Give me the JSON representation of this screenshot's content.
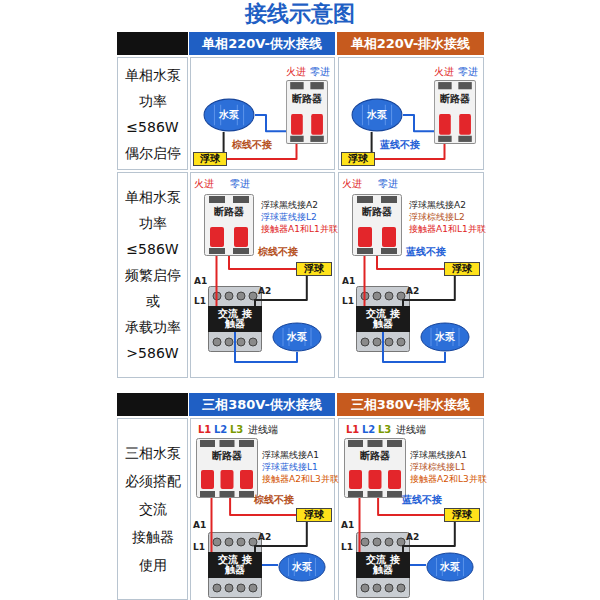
{
  "diagram": {
    "title": "接线示意图",
    "nodes": [
      {
        "text": [
          "单相220V-供水接线"
        ]
      },
      {
        "text": [
          "单相220V-排水接线"
        ]
      },
      {
        "text": [
          "单相水泵 功率 ≤586W 偶尔启停"
        ]
      },
      {
        "text": [
          "断路器"
        ]
      },
      {
        "text": [
          "水泵"
        ]
      },
      {
        "text": [
          "浮球"
        ]
      },
      {
        "text": [
          "断路器"
        ]
      },
      {
        "text": [
          "水泵"
        ]
      },
      {
        "text": [
          "浮球"
        ]
      },
      {
        "text": [
          "单相水泵 功率 ≤586W 频繁启停 或 承载功率 >586W"
        ]
      },
      {
        "text": [
          "断路器"
        ]
      },
      {
        "text": [
          "浮球"
        ]
      },
      {
        "text": [
          "交流 接触器"
        ]
      },
      {
        "text": [
          "水泵"
        ]
      },
      {
        "text": [
          "断路器"
        ]
      },
      {
        "text": [
          "浮球"
        ]
      },
      {
        "text": [
          "交流 接触器"
        ]
      },
      {
        "text": [
          "水泵"
        ]
      },
      {
        "text": [
          "三相380V-供水接线"
        ]
      },
      {
        "text": [
          "三相380V-排水接线"
        ]
      },
      {
        "text": [
          "三相水泵 必须搭配 交流 接触器 使用"
        ]
      },
      {
        "text": [
          "断路器"
        ]
      },
      {
        "text": [
          "浮球"
        ]
      },
      {
        "text": [
          "交流 接触器"
        ]
      },
      {
        "text": [
          "水泵"
        ]
      },
      {
        "text": [
          "断路器"
        ]
      },
      {
        "text": [
          "浮球"
        ]
      },
      {
        "text": [
          "交流 接触器"
        ]
      },
      {
        "text": [
          "水泵"
        ]
      }
    ],
    "edges": [
      {
        "from": 3,
        "to": 5,
        "arrow": "none"
      },
      {
        "from": 5,
        "to": 4,
        "arrow": "none"
      },
      {
        "from": 3,
        "to": 4,
        "arrow": "none"
      },
      {
        "from": 6,
        "to": 8,
        "arrow": "none"
      },
      {
        "from": 8,
        "to": 7,
        "arrow": "none"
      },
      {
        "from": 6,
        "to": 7,
        "arrow": "none"
      },
      {
        "from": 10,
        "to": 12,
        "arrow": "none"
      },
      {
        "from": 10,
        "to": 11,
        "arrow": "none"
      },
      {
        "from": 11,
        "to": 12,
        "arrow": "none"
      },
      {
        "from": 12,
        "to": 13,
        "arrow": "none"
      },
      {
        "from": 14,
        "to": 16,
        "arrow": "none"
      },
      {
        "from": 14,
        "to": 15,
        "arrow": "none"
      },
      {
        "from": 15,
        "to": 16,
        "arrow": "none"
      },
      {
        "from": 16,
        "to": 17,
        "arrow": "none"
      },
      {
        "from": 21,
        "to": 23,
        "arrow": "none"
      },
      {
        "from": 21,
        "to": 22,
        "arrow": "none"
      },
      {
        "from": 22,
        "to": 23,
        "arrow": "none"
      },
      {
        "from": 23,
        "to": 24,
        "arrow": "none"
      },
      {
        "from": 25,
        "to": 27,
        "arrow": "none"
      },
      {
        "from": 25,
        "to": 26,
        "arrow": "none"
      },
      {
        "from": 26,
        "to": 27,
        "arrow": "none"
      },
      {
        "from": 27,
        "to": 28,
        "arrow": "none"
      }
    ],
    "labels": [
      "火进",
      "零进",
      "棕线不接",
      "火进",
      "零进",
      "蓝线不接",
      "火进",
      "零进",
      "浮球黑线接A2",
      "浮球蓝线接L2",
      "接触器A1和L1并联",
      "棕线不接",
      "A1",
      "A2",
      "L1",
      "火进",
      "零进",
      "浮球黑线接A2",
      "浮球棕线接L2",
      "接触器A1和L1并联",
      "蓝线不接",
      "A1",
      "A2",
      "L1",
      "L1",
      "L2",
      "L3",
      "进线端",
      "浮球黑线接A1",
      "浮球蓝线接L1",
      "接触器A2和L3并联",
      "棕线不接",
      "A1",
      "A2",
      "L1",
      "L1",
      "L2",
      "L3",
      "进线端",
      "浮球黑线接A1",
      "浮球棕线接L1",
      "接触器A2和L3并联",
      "蓝线不接",
      "A1",
      "A2",
      "L1"
    ]
  }
}
